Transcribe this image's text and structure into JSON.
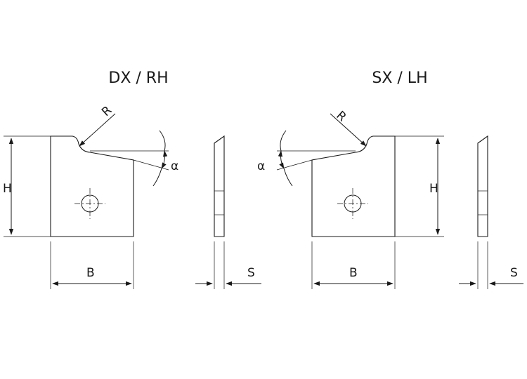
{
  "left_view": {
    "title": "DX / RH",
    "label_r": "R",
    "label_alpha": "α",
    "label_h": "H",
    "label_b": "B",
    "label_s": "S"
  },
  "right_view": {
    "title": "SX / LH",
    "label_r": "R",
    "label_alpha": "α",
    "label_h": "H",
    "label_b": "B",
    "label_s": "S"
  }
}
